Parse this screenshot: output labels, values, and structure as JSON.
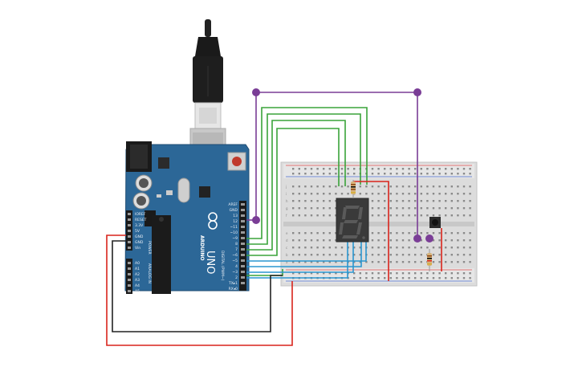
{
  "board": {
    "logo": "ARDUINO",
    "model": "UNO",
    "power_header": [
      "IOREF",
      "RESET",
      "3.3V",
      "5V",
      "GND",
      "GND",
      "Vin"
    ],
    "power_title": "POWER",
    "analog_header": [
      "A0",
      "A1",
      "A2",
      "A3",
      "A4",
      "A5"
    ],
    "analog_title": "ANALOG IN",
    "digital_header": [
      "AREF",
      "GND",
      "13",
      "12",
      "~11",
      "~10",
      "~9",
      "8",
      "7",
      "~6",
      "~5",
      "4",
      "~3",
      "2",
      "TX▸1",
      "RX◂0"
    ],
    "digital_title": "DIGITAL (PWM~)"
  },
  "breadboard": {
    "rail_letters_top": [
      "j",
      "i",
      "h",
      "g",
      "f"
    ],
    "rail_letters_bottom": [
      "e",
      "d",
      "c",
      "b",
      "a"
    ]
  },
  "display": {
    "digit": "8"
  },
  "colors": {
    "board": "#2c6797",
    "wire_green": "#3aa33a",
    "wire_blue": "#2a96d0",
    "wire_purple": "#7a3d96",
    "wire_red": "#d9241c",
    "wire_black": "#222222",
    "breadboard": "#dcdcdc",
    "display_body": "#3a3a3a",
    "segment_off": "#5a5a5a"
  }
}
